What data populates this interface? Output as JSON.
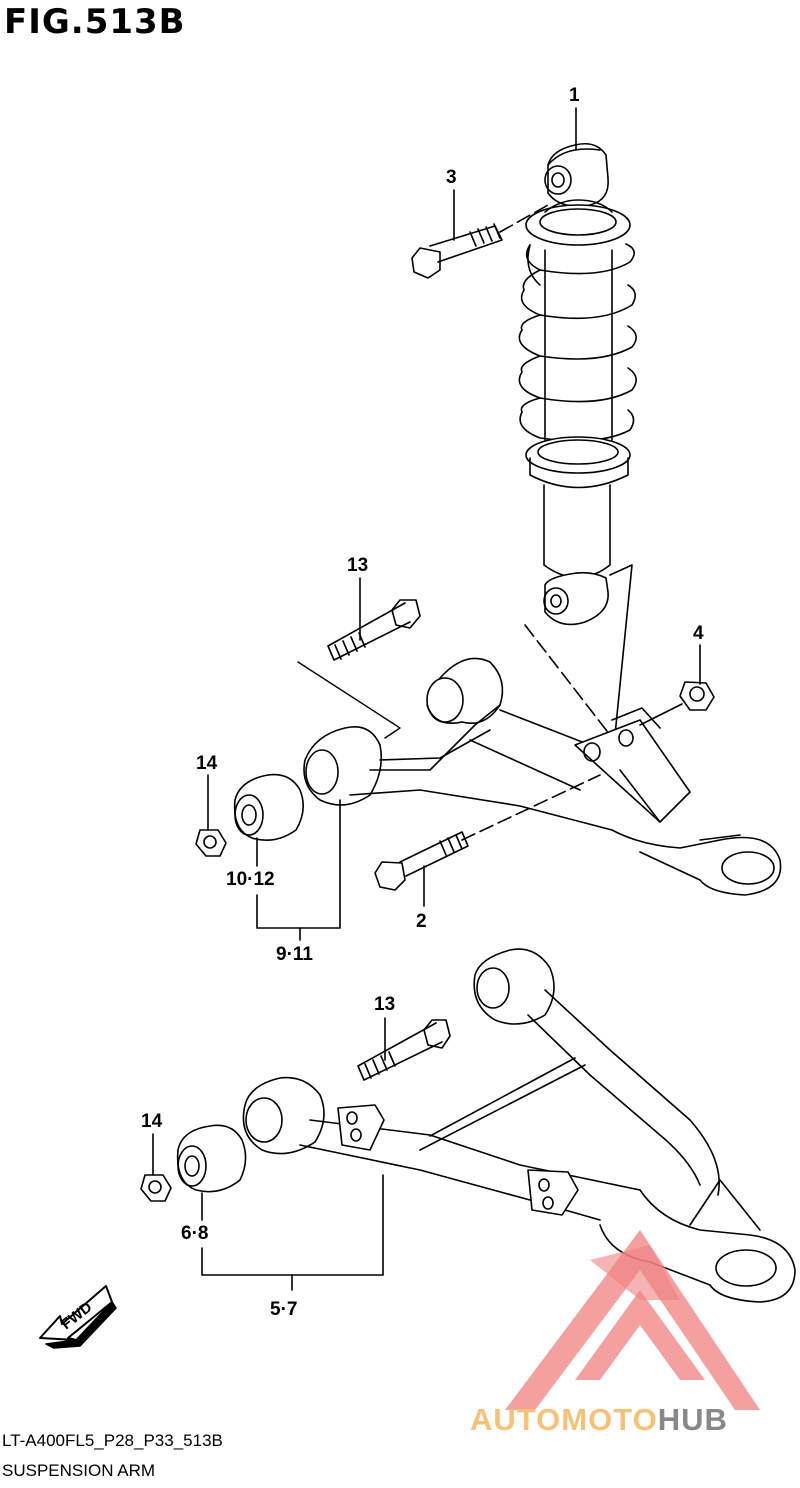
{
  "figure": {
    "title": "FIG.513B",
    "model_code": "LT-A400FL5_P28_P33_513B",
    "name": "SUSPENSION ARM"
  },
  "callouts": {
    "c1": "1",
    "c2": "2",
    "c3": "3",
    "c4": "4",
    "c13a": "13",
    "c13b": "13",
    "c14a": "14",
    "c14b": "14",
    "c10_12": "10·12",
    "c9_11": "9·11",
    "c6_8": "6·8",
    "c5_7": "5·7"
  },
  "direction_marker": "FWD",
  "watermark": {
    "part1": "AUTOMOTO",
    "part2": "HUB",
    "color_primary": "#f08080",
    "color_secondary": "#f6c27a",
    "color_dark": "#888888"
  }
}
